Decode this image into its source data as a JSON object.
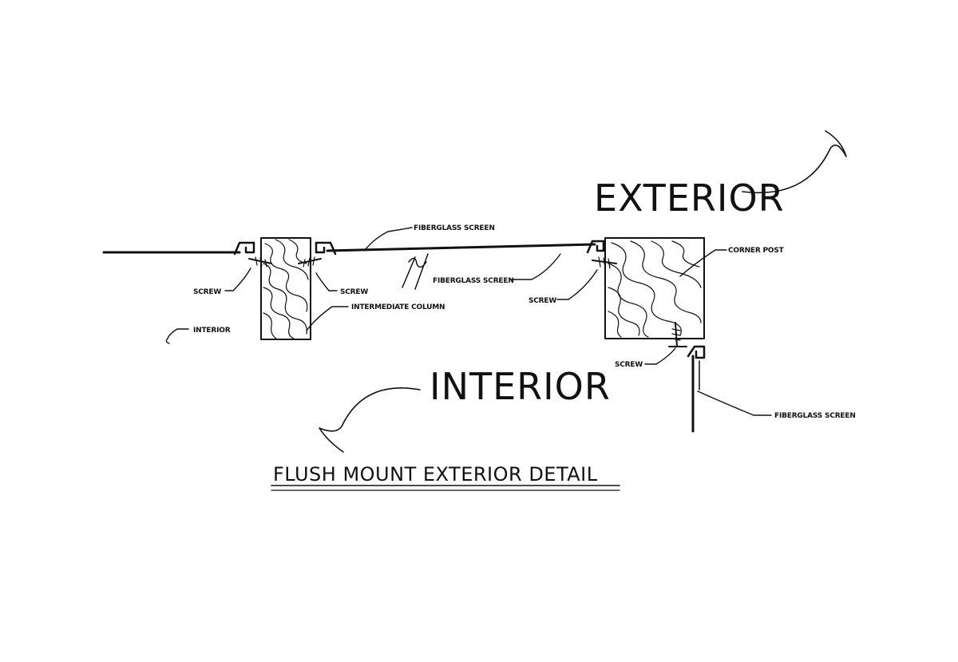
{
  "title": "FLUSH MOUNT EXTERIOR DETAIL",
  "regions": {
    "exterior": "EXTERIOR",
    "interior": "INTERIOR",
    "interior_small": "INTERIOR"
  },
  "callouts": {
    "fiberglass_screen_top": "FIBERGLASS SCREEN",
    "fiberglass_screen_mid": "FIBERGLASS SCREEN",
    "fiberglass_screen_side": "FIBERGLASS SCREEN",
    "corner_post": "CORNER POST",
    "intermediate_column": "INTERMEDIATE COLUMN",
    "screw_left_1": "SCREW",
    "screw_left_2": "SCREW",
    "screw_right_1": "SCREW",
    "screw_right_2": "SCREW"
  },
  "colors": {
    "ink": "#111111",
    "paper": "#ffffff"
  }
}
